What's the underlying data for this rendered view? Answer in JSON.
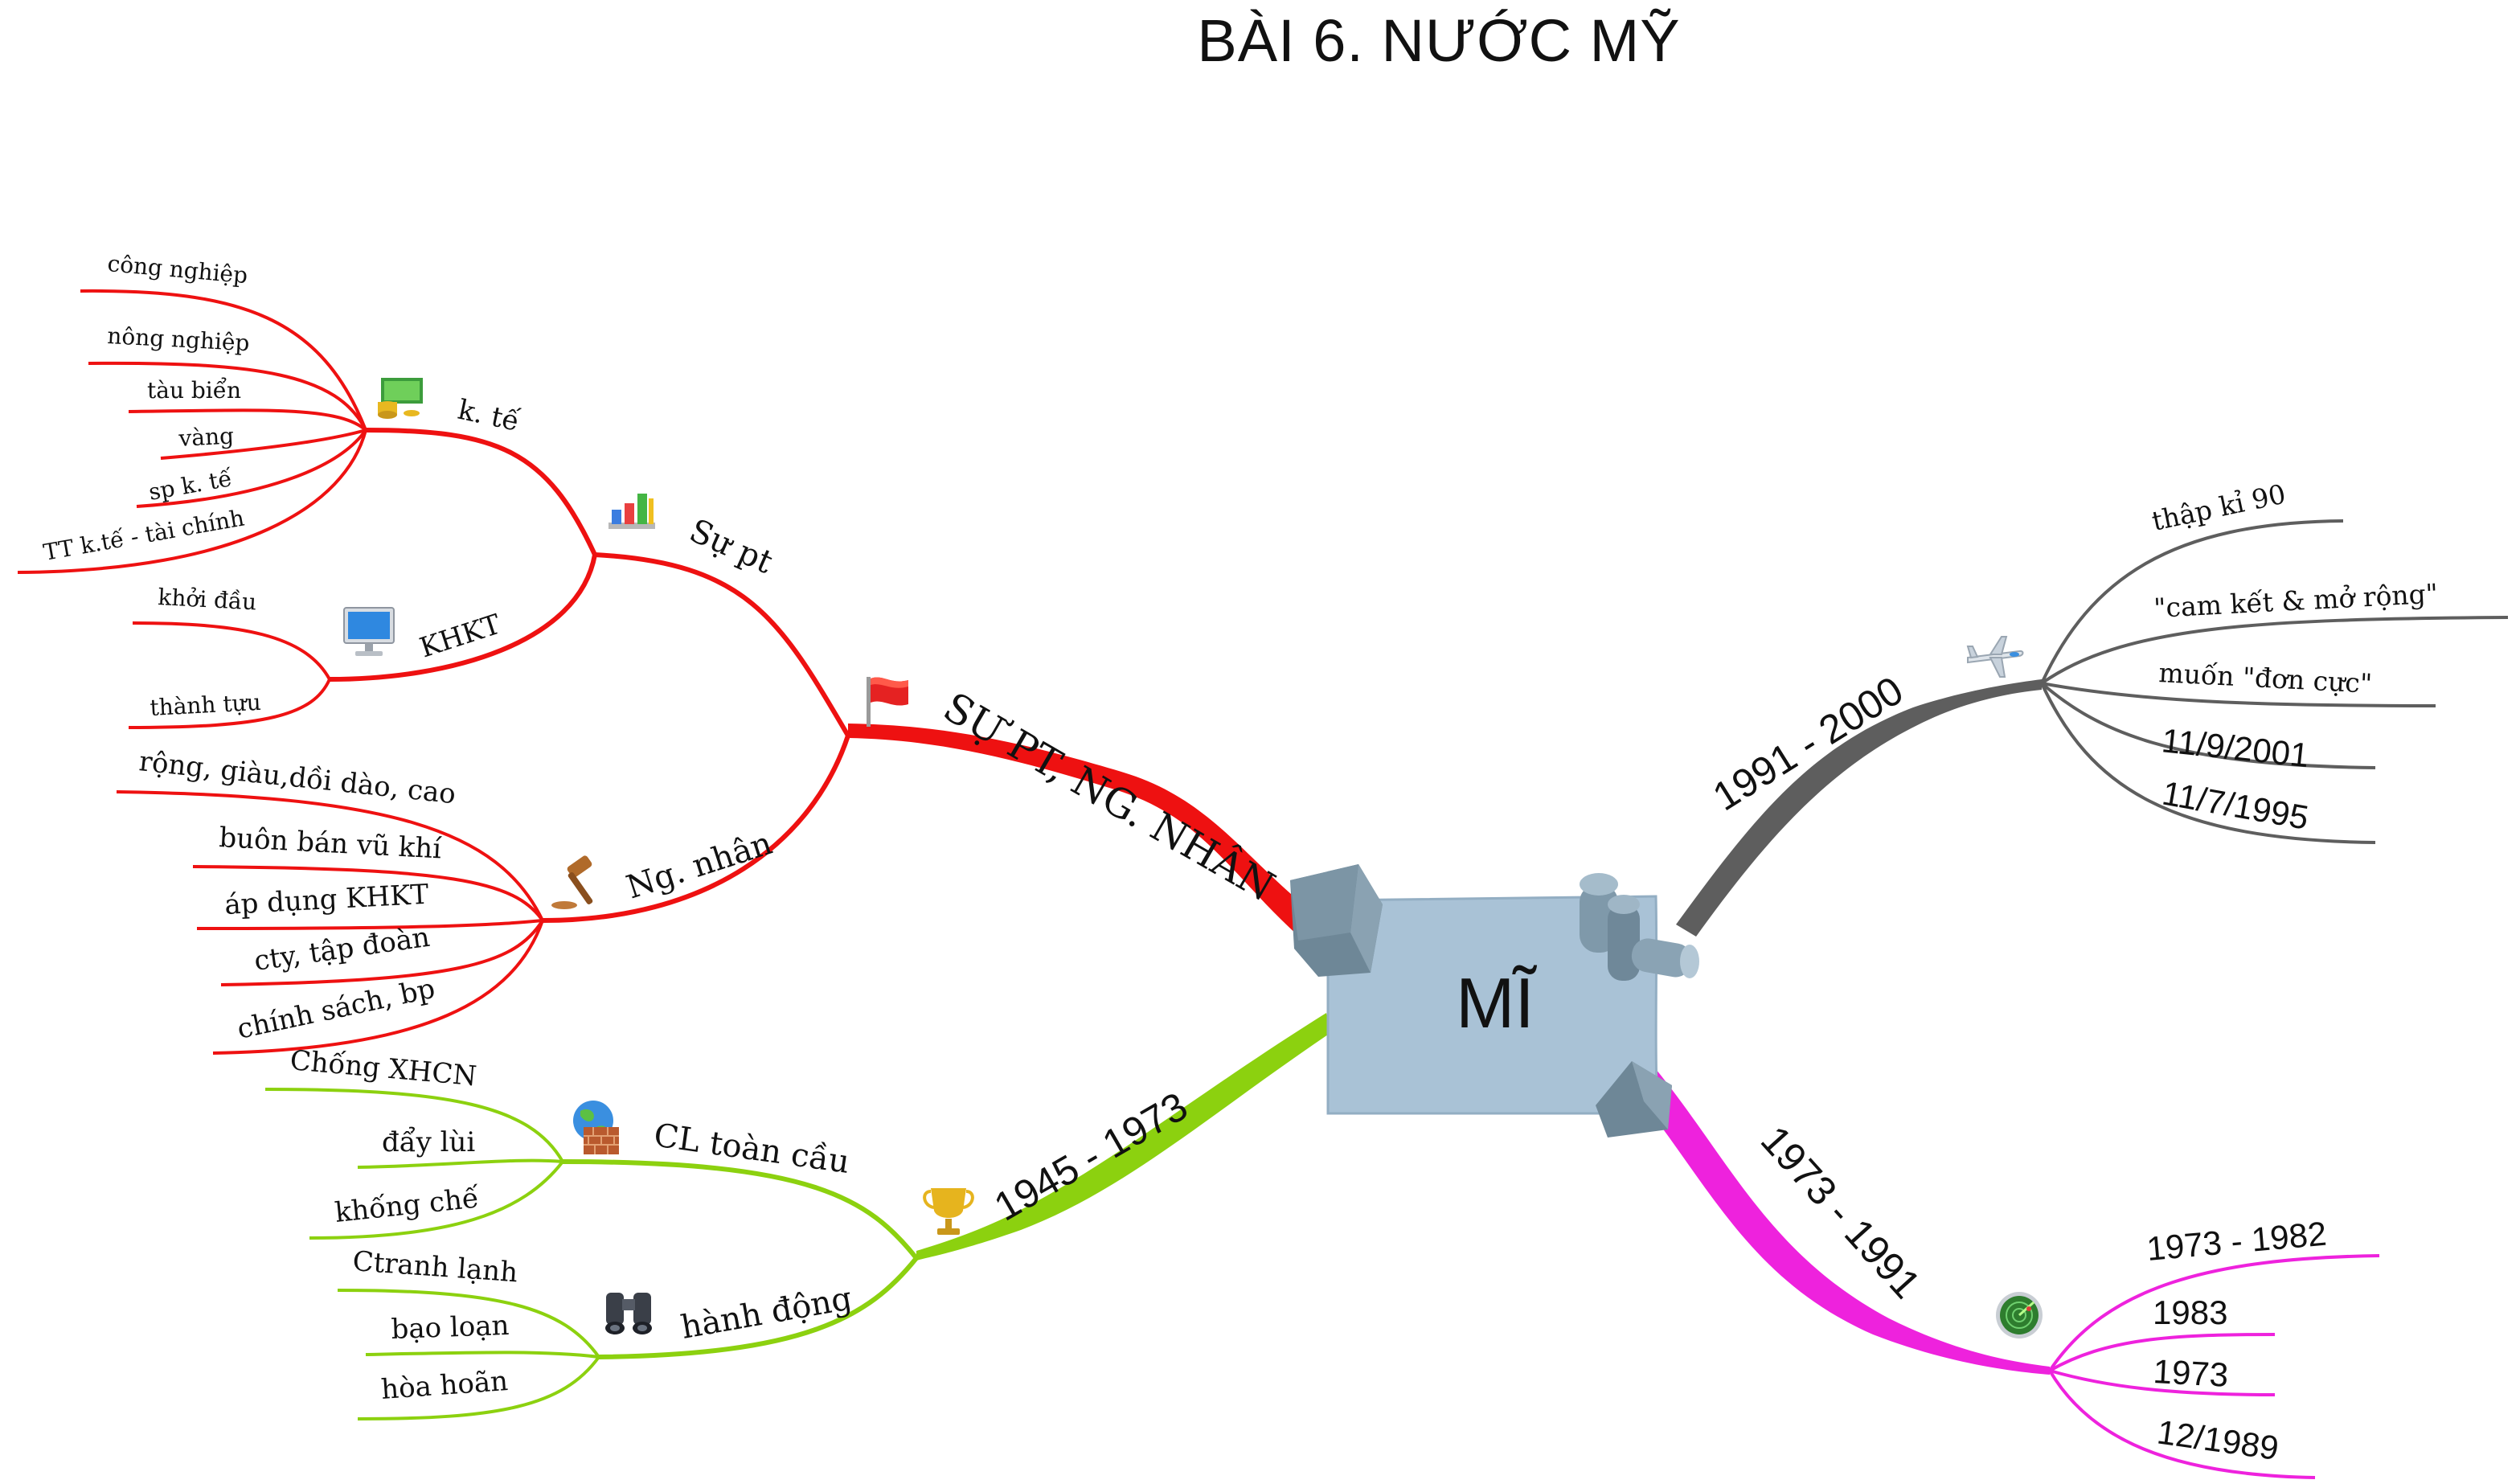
{
  "title": "BÀI 6. NƯỚC MỸ",
  "center": {
    "label": "MĨ",
    "color": "#a9c2d6"
  },
  "colors": {
    "red": "#ee1111",
    "green": "#8cd10f",
    "grey": "#5e5e5e",
    "magenta": "#ee22dd"
  },
  "branches": {
    "red": {
      "label": "SỰ PT, NG. NHÂN",
      "icon": "red-flag-icon",
      "su_pt": {
        "label": "Sự pt",
        "icon": "bar-chart-icon",
        "kte": {
          "label": "k. tế",
          "icon": "money-icon",
          "items": [
            "công nghiệp",
            "nông nghiệp",
            "tàu biển",
            "vàng",
            "sp k. tế",
            "TT k.tế - tài chính"
          ]
        },
        "khkt": {
          "label": "KHKT",
          "icon": "computer-icon",
          "items": [
            "khởi đầu",
            "thành tựu"
          ]
        }
      },
      "ng_nhan": {
        "label": "Ng. nhân",
        "icon": "gavel-icon",
        "items": [
          "rộng, giàu,dồi dào, cao",
          "buôn bán vũ khí",
          "áp dụng KHKT",
          "cty, tập đoàn",
          "chính sách, bp"
        ]
      }
    },
    "green": {
      "label": "1945 - 1973",
      "icon": "trophy-icon",
      "cl": {
        "label": "CL toàn cầu",
        "icon": "globe-icon",
        "items": [
          "Chống XHCN",
          "đẩy lùi",
          "khống chế"
        ]
      },
      "hd": {
        "label": "hành động",
        "icon": "binoculars-icon",
        "items": [
          "Ctranh lạnh",
          "bạo loạn",
          "hòa hoãn"
        ]
      }
    },
    "grey": {
      "label": "1991 - 2000",
      "icon": "airplane-icon",
      "items": [
        "thập kỉ 90",
        "\"cam kết & mở rộng\"",
        "muốn \"đơn cực\"",
        "11/9/2001",
        "11/7/1995"
      ]
    },
    "magenta": {
      "label": "1973 - 1991",
      "icon": "radar-icon",
      "items": [
        "1973 - 1982",
        "1983",
        "1973",
        "12/1989"
      ]
    }
  }
}
